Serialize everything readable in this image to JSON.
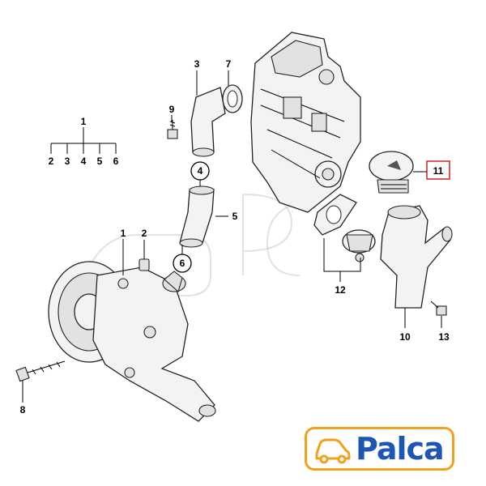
{
  "callouts": {
    "c1_top": "1",
    "c2_top": "2",
    "c3_top": "3",
    "c4_top": "4",
    "c5_top": "5",
    "c6_top": "6",
    "c3": "3",
    "c7": "7",
    "c9": "9",
    "c4": "4",
    "c5": "5",
    "c6": "6",
    "c1": "1",
    "c2": "2",
    "c8": "8",
    "c11": "11",
    "c12": "12",
    "c10": "10",
    "c13": "13"
  },
  "brand": {
    "name": "Palca",
    "accent": "#f0a21a",
    "text_color": "#1e56b3"
  },
  "colors": {
    "highlight_box": "#cc2222"
  }
}
